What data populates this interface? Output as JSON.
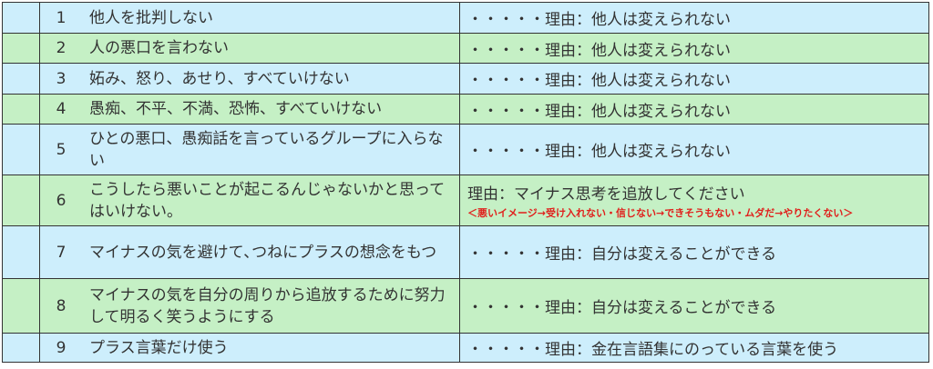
{
  "rows": [
    {
      "num": "1",
      "text": "他人を批判しない",
      "reason": "・・・・・理由：他人は変えられない"
    },
    {
      "num": "2",
      "text": "人の悪口を言わない",
      "reason": "・・・・・理由：他人は変えられない"
    },
    {
      "num": "3",
      "text": "妬み、怒り、あせり、すべていけない",
      "reason": "・・・・・理由：他人は変えられない"
    },
    {
      "num": "4",
      "text": "愚痴、不平、不満、恐怖、すべていけない",
      "reason": "・・・・・理由：他人は変えられない"
    },
    {
      "num": "5",
      "text": "ひとの悪口、愚痴話を言っているグループに入らない",
      "reason": "・・・・・理由：他人は変えられない"
    },
    {
      "num": "6",
      "text": "こうしたら悪いことが起こるんじゃないかと思ってはいけない。",
      "reason": "理由：マイナス思考を追放してください",
      "note": "＜悪いイメージ→受け入れない・信じない→できそうもない・ムダだ→やりたくない＞"
    },
    {
      "num": "7",
      "text": "マイナスの気を避けて､つねにプラスの想念をもつ",
      "reason": "・・・・・理由：自分は変えることができる"
    },
    {
      "num": "8",
      "text": "マイナスの気を自分の周りから追放するために努力して明るく笑うようにする",
      "reason": "・・・・・理由：自分は変えることができる"
    },
    {
      "num": "9",
      "text": "プラス言葉だけ使う",
      "reason": "・・・・・理由：金在言語集にのっている言葉を使う"
    }
  ]
}
